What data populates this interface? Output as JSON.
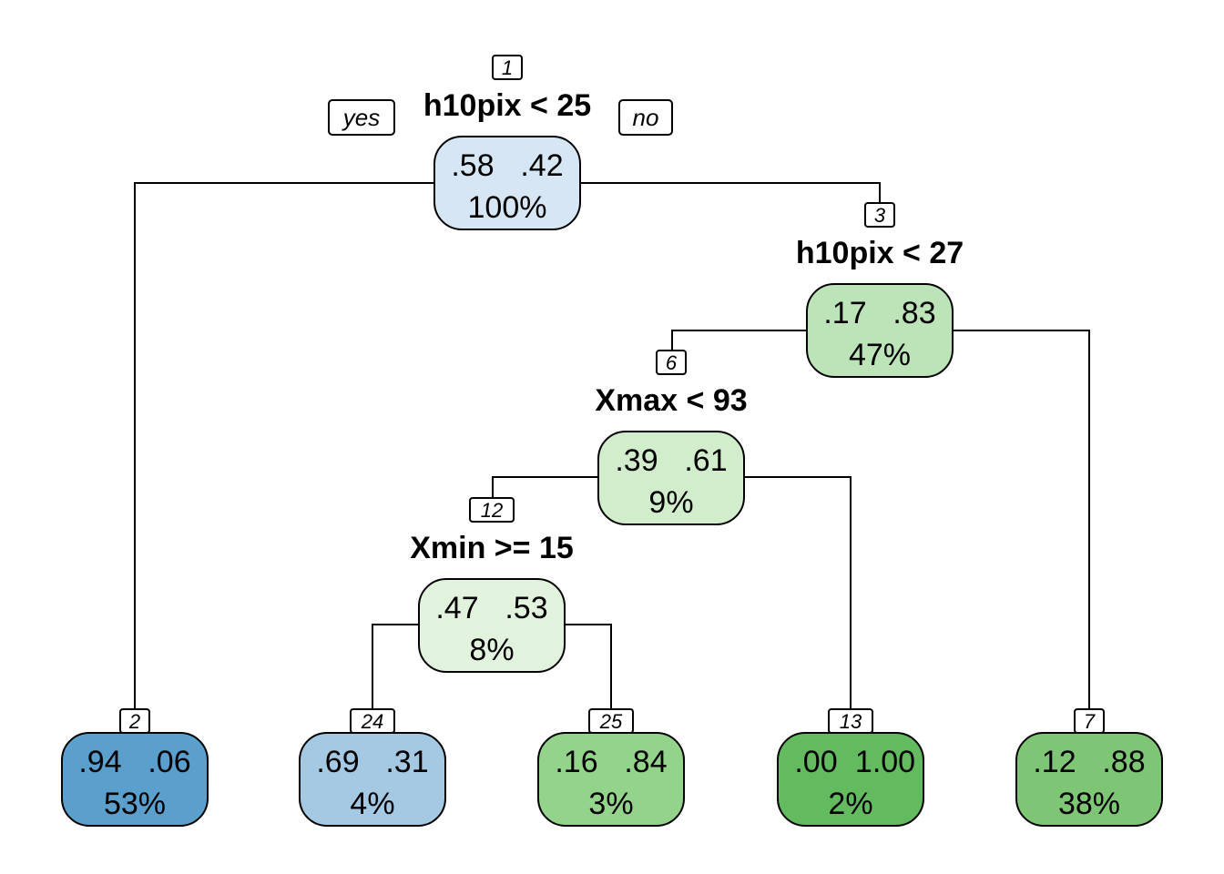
{
  "yes_label": "yes",
  "no_label": "no",
  "nodes": [
    {
      "id": "1",
      "probs": [
        ".58",
        ".42"
      ],
      "pct": "100%",
      "split": "h10pix < 25",
      "fill": "#d7e6f4"
    },
    {
      "id": "3",
      "probs": [
        ".17",
        ".83"
      ],
      "pct": "47%",
      "split": "h10pix < 27",
      "fill": "#bde3b8"
    },
    {
      "id": "6",
      "probs": [
        ".39",
        ".61"
      ],
      "pct": "9%",
      "split": "Xmax < 93",
      "fill": "#d2edcc"
    },
    {
      "id": "12",
      "probs": [
        ".47",
        ".53"
      ],
      "pct": "8%",
      "split": "Xmin >= 15",
      "fill": "#e2f3dd"
    },
    {
      "id": "2",
      "probs": [
        ".94",
        ".06"
      ],
      "pct": "53%",
      "fill": "#5b9fcd"
    },
    {
      "id": "24",
      "probs": [
        ".69",
        ".31"
      ],
      "pct": "4%",
      "fill": "#a5c8e3"
    },
    {
      "id": "25",
      "probs": [
        ".16",
        ".84"
      ],
      "pct": "3%",
      "fill": "#94d38b"
    },
    {
      "id": "13",
      "probs": [
        ".00",
        "1.00"
      ],
      "pct": "2%",
      "fill": "#63ba5f"
    },
    {
      "id": "7",
      "probs": [
        ".12",
        ".88"
      ],
      "pct": "38%",
      "fill": "#7ec675"
    }
  ]
}
